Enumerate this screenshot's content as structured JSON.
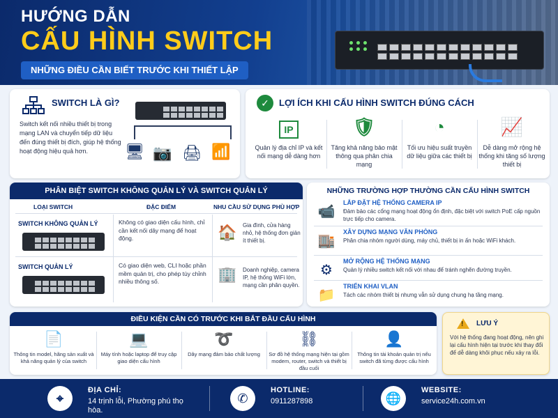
{
  "header": {
    "line1": "HƯỚNG DẪN",
    "line2": "CẤU HÌNH SWITCH",
    "subtitle": "NHỮNG ĐIỀU CẦN BIẾT TRƯỚC KHI THIẾT LẬP"
  },
  "what_is": {
    "title": "SWITCH LÀ GÌ?",
    "icon": "network-icon",
    "description": "Switch kết nối nhiều thiết bị trong mạng LAN và chuyển tiếp dữ liệu đến đúng thiết bị đích, giúp hệ thống hoạt động hiệu quả hơn."
  },
  "benefits": {
    "title": "LỢI ÍCH KHI CẤU HÌNH SWITCH ĐÚNG CÁCH",
    "items": [
      {
        "icon": "ip-monitor-icon",
        "text": "Quản lý địa chỉ IP và kết nối mạng dễ dàng hơn"
      },
      {
        "icon": "shield-lock-icon",
        "text": "Tăng khả năng bảo mật thông qua phân chia mạng"
      },
      {
        "icon": "speedometer-icon",
        "text": "Tối ưu hiệu suất truyền dữ liệu giữa các thiết bị"
      },
      {
        "icon": "growth-chart-icon",
        "text": "Dễ dàng mở rộng hệ thống khi tăng số lượng thiết bị"
      }
    ]
  },
  "compare": {
    "title": "PHÂN BIỆT SWITCH KHÔNG QUẢN LÝ VÀ SWITCH QUẢN LÝ",
    "columns": [
      "LOẠI SWITCH",
      "ĐẶC ĐIỂM",
      "NHU CẦU SỬ DỤNG PHÙ HỢP"
    ],
    "rows": [
      {
        "name": "SWITCH KHÔNG QUẢN LÝ",
        "desc": "Không có giao diện cấu hình, chỉ cần kết nối dây mạng để hoạt động.",
        "use": "Gia đình, cửa hàng nhỏ, hệ thống đơn giản ít thiết bị.",
        "icon": "house-icon"
      },
      {
        "name": "SWITCH QUẢN LÝ",
        "desc": "Có giao diện web, CLI hoặc phần mềm quản trị, cho phép tùy chỉnh nhiều thông số.",
        "use": "Doanh nghiệp, camera IP, hệ thống WiFi lớn, mạng cần phân quyền.",
        "icon": "building-icon"
      }
    ]
  },
  "cases": {
    "title": "NHỮNG TRƯỜNG HỢP THƯỜNG CẦN CẤU HÌNH SWITCH",
    "items": [
      {
        "icon": "camera-icon",
        "title": "LẮP ĐẶT HỆ THỐNG CAMERA IP",
        "desc": "Đảm bảo các cổng mạng hoạt động ổn định, đặc biệt với switch PoE cấp nguồn trực tiếp cho camera."
      },
      {
        "icon": "office-icon",
        "title": "XÂY DỰNG MẠNG VĂN PHÒNG",
        "desc": "Phân chia nhóm người dùng, máy chủ, thiết bị in ấn hoặc WiFi khách."
      },
      {
        "icon": "hub-icon",
        "title": "MỞ RỘNG HỆ THỐNG MẠNG",
        "desc": "Quản lý nhiều switch kết nối với nhau để tránh nghẽn đường truyền."
      },
      {
        "icon": "folder-icon",
        "title": "TRIỂN KHAI VLAN",
        "desc": "Tách các nhóm thiết bị nhưng vẫn sử dụng chung hạ tầng mạng."
      }
    ]
  },
  "requirements": {
    "title": "ĐIỀU KIỆN CẦN CÓ TRƯỚC KHI BẮT ĐẦU CẤU HÌNH",
    "items": [
      {
        "icon": "document-icon",
        "text": "Thông tin model, hãng sản xuất và khả năng quản lý của switch"
      },
      {
        "icon": "laptop-icon",
        "text": "Máy tính hoặc laptop để truy cập giao diện cấu hình"
      },
      {
        "icon": "cable-icon",
        "text": "Dây mạng đảm bảo chất lượng"
      },
      {
        "icon": "topology-icon",
        "text": "Sơ đồ hệ thống mạng hiện tại gồm modem, router, switch và thiết bị đầu cuối"
      },
      {
        "icon": "user-account-icon",
        "text": "Thông tin tài khoản quản trị nếu switch đã từng được cấu hình"
      }
    ]
  },
  "note": {
    "title": "LƯU Ý",
    "text": "Với hệ thống đang hoạt động, nên ghi lại cấu hình hiện tại trước khi thay đổi để dễ dàng khôi phục nếu xảy ra lỗi."
  },
  "footer": {
    "address_label": "ĐỊA CHỈ:",
    "address_value": "14 trịnh lỗi, Phường phú thọ hòa.",
    "hotline_label": "HOTLINE:",
    "hotline_value": "0911287898",
    "website_label": "WEBSITE:",
    "website_value": "service24h.com.vn"
  },
  "colors": {
    "navy": "#0b2a6b",
    "yellow": "#ffcc1a",
    "green": "#1e8a3d",
    "blue": "#1f5fc4"
  }
}
